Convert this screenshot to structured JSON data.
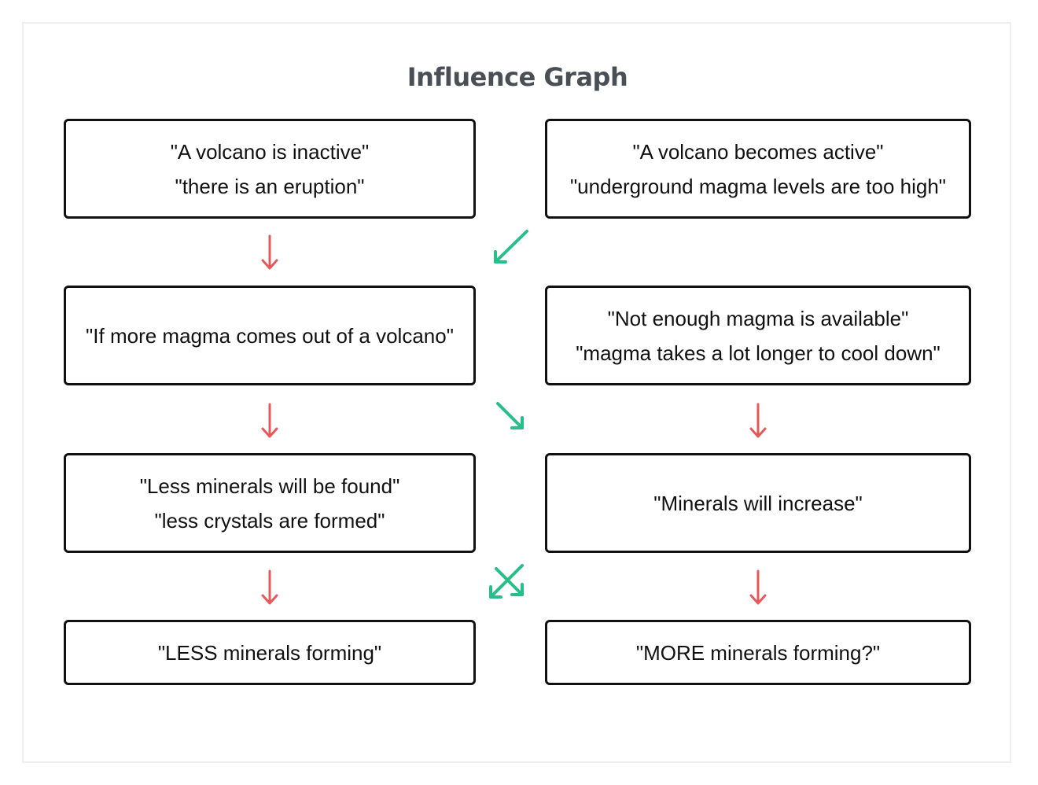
{
  "title": "Influence Graph",
  "colors": {
    "border": "#111111",
    "title": "#4a4f55",
    "negative_arrow": "#e8585a",
    "positive_arrow": "#26bf8a"
  },
  "nodes": {
    "top_left": {
      "lines": [
        "\"A volcano is inactive\"",
        "\"there is an eruption\""
      ]
    },
    "top_right": {
      "lines": [
        "\"A volcano becomes active\"",
        "\"underground magma levels are too high\""
      ]
    },
    "mid_left": {
      "lines": [
        "\"If more magma comes out of a volcano\""
      ]
    },
    "mid_right": {
      "lines": [
        "\"Not enough magma is available\"",
        "\"magma takes a lot longer to cool down\""
      ]
    },
    "low_left": {
      "lines": [
        "\"Less minerals will be found\"",
        "\"less crystals are formed\""
      ]
    },
    "low_right": {
      "lines": [
        "\"Minerals will increase\""
      ]
    },
    "bottom_left": {
      "lines": [
        "\"LESS minerals forming\""
      ]
    },
    "bottom_right": {
      "lines": [
        "\"MORE minerals forming?\""
      ]
    }
  },
  "edges": [
    {
      "from": "top_left",
      "to": "mid_left",
      "kind": "negative",
      "icon": "down-arrow-icon"
    },
    {
      "from": "top_right",
      "to": "mid_left",
      "kind": "positive",
      "icon": "diagonal-down-left-arrow-icon"
    },
    {
      "from": "mid_left",
      "to": "low_left",
      "kind": "negative",
      "icon": "down-arrow-icon"
    },
    {
      "from": "mid_left",
      "to": "low_right",
      "kind": "positive",
      "icon": "diagonal-down-right-arrow-icon"
    },
    {
      "from": "mid_right",
      "to": "low_right",
      "kind": "negative",
      "icon": "down-arrow-icon"
    },
    {
      "from": "low_left",
      "to": "bottom_left",
      "kind": "negative",
      "icon": "down-arrow-icon"
    },
    {
      "from": "low_right",
      "to": "bottom_left",
      "kind": "positive",
      "icon": "diagonal-down-left-arrow-icon"
    },
    {
      "from": "low_left",
      "to": "bottom_right",
      "kind": "positive",
      "icon": "diagonal-down-right-arrow-icon"
    },
    {
      "from": "low_right",
      "to": "bottom_right",
      "kind": "negative",
      "icon": "down-arrow-icon"
    }
  ]
}
